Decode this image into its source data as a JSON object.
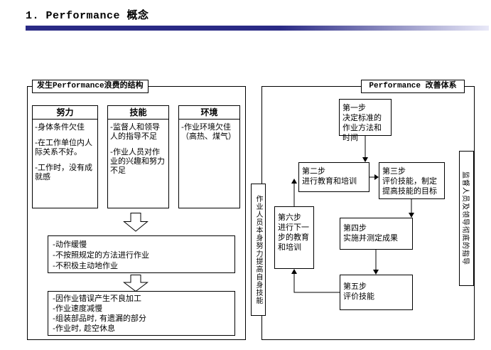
{
  "title": "1. Performance 概念",
  "accent_color": "#2a2a85",
  "left_panel": {
    "title": "发生Performance浪费的结构",
    "columns": [
      {
        "header": "努力",
        "items": [
          "-身体条件欠佳",
          "-在工作单位内人际关系不好。",
          "-工作时，没有成就感"
        ]
      },
      {
        "header": "技能",
        "items": [
          "-监督人和领导人的指导不足",
          "-作业人员对作业的兴趣和努力不足"
        ]
      },
      {
        "header": "环境",
        "items": [
          "-作业环境欠佳（高热、煤气）"
        ]
      }
    ],
    "middle_box": {
      "lines": [
        "-动作缓慢",
        "-不按照规定的方法进行作业",
        "-不积极主动地作业"
      ]
    },
    "bottom_box": {
      "lines": [
        "-因作业错误产生不良加工",
        "-作业速度减慢",
        "-组装部品时, 有遗漏的部分",
        "-作业时, 趁空休息"
      ]
    }
  },
  "right_panel": {
    "title": "Performance 改善体系",
    "left_vertical_label": "作业人员本身努力提高自身技能",
    "right_vertical_label": "监督人员及领导彻底的指导",
    "steps": [
      {
        "name": "第一步",
        "desc": "决定标准的作业方法和时间"
      },
      {
        "name": "第二步",
        "desc": "进行教育和培训"
      },
      {
        "name": "第三步",
        "desc": "评价技能，制定提高技能的目标"
      },
      {
        "name": "第四步",
        "desc": "实施并测定成果"
      },
      {
        "name": "第五步",
        "desc": "评价技能"
      },
      {
        "name": "第六步",
        "desc": "进行下一步的教育和培训"
      }
    ]
  }
}
